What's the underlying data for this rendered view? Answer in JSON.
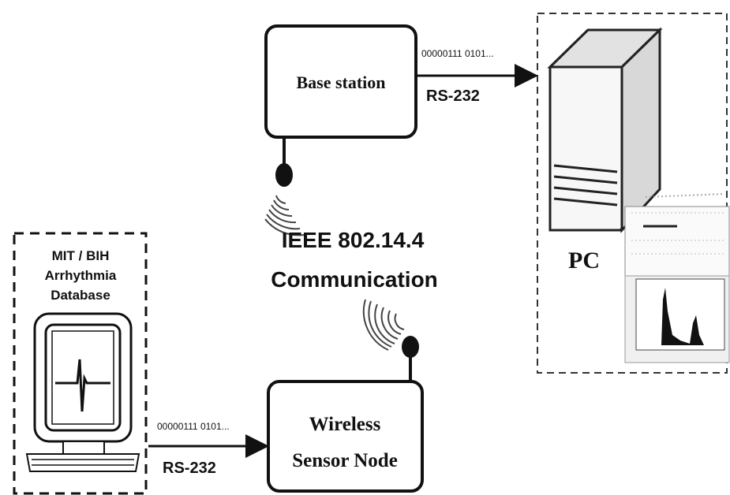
{
  "nodes": {
    "base_station": "Base station",
    "wireless_sensor_node": [
      "Wireless",
      "Sensor Node"
    ],
    "pc": "PC",
    "database": [
      "MIT / BIH",
      "Arrhythmia",
      "Database"
    ]
  },
  "links": {
    "top": {
      "bits": "00000111 0101...",
      "protocol": "RS-232"
    },
    "bottom": {
      "bits": "00000111 0101...",
      "protocol": "RS-232"
    }
  },
  "wireless": {
    "line1": "IEEE 802.14.4",
    "line2": "Communication"
  }
}
